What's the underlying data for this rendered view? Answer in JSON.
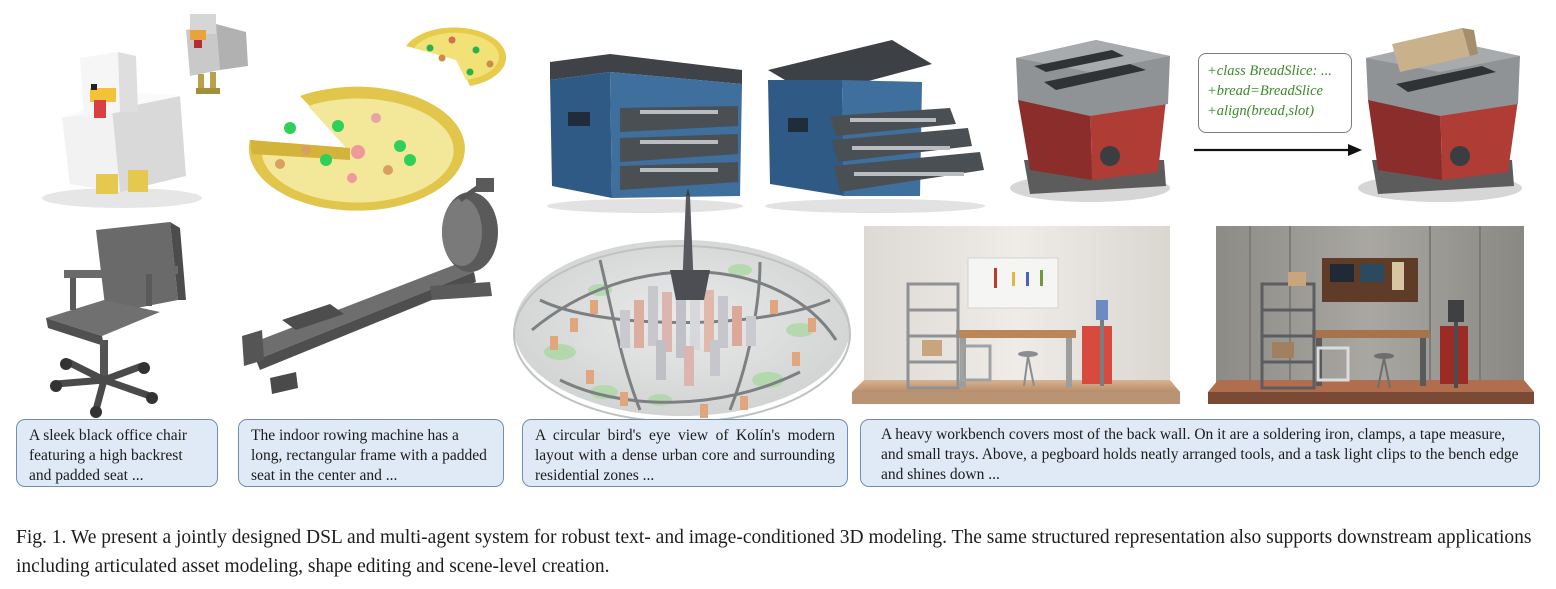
{
  "text_prompts": [
    "A sleek black office chair featuring a high backrest and padded seat ...",
    "The indoor rowing machine has a long, rectangular frame with a padded seat in the center and ...",
    "A circular bird's eye view of Kolín's modern layout with a dense urban core and surrounding residential zones ...",
    "A heavy workbench covers most of the back wall. On it are a soldering iron, clamps, a tape measure, and small trays. Above, a pegboard holds neatly arranged tools, and a task light clips to the bench edge and shines down ..."
  ],
  "code_edit": {
    "line1": "+class BreadSlice: ...",
    "line2": "+bread=BreadSlice",
    "line3": "+align(bread,slot)"
  },
  "figure_caption": "Fig. 1.  We present a jointly designed DSL and multi-agent system for robust text- and image-conditioned 3D modeling. The same structured representation also supports downstream applications including articulated asset modeling, shape editing and scene-level creation.",
  "colors": {
    "prompt_box_fill": "#dfeaf6",
    "prompt_box_border": "#6f8fb2",
    "code_text": "#3b8a2c"
  }
}
